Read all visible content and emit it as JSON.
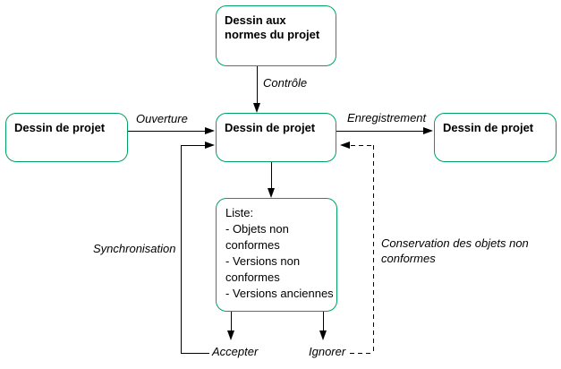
{
  "diagram": {
    "boxes": {
      "standards": {
        "label": "Dessin aux normes du projet"
      },
      "source": {
        "label": "Dessin de projet"
      },
      "working": {
        "label": "Dessin de projet"
      },
      "saved": {
        "label": "Dessin de projet"
      },
      "list": {
        "title": "Liste:",
        "items": [
          "- Objets non conformes",
          "- Versions non conformes",
          "- Versions anciennes"
        ]
      }
    },
    "edge_labels": {
      "controle": "Contrôle",
      "ouverture": "Ouverture",
      "enregistrement": "Enregistrement",
      "synchronisation": "Synchronisation",
      "conservation": "Conservation des objets non conformes",
      "accepter": "Accepter",
      "ignorer": "Ignorer"
    },
    "colors": {
      "box_border": "#00a263",
      "line": "#000000",
      "background": "#ffffff"
    }
  }
}
